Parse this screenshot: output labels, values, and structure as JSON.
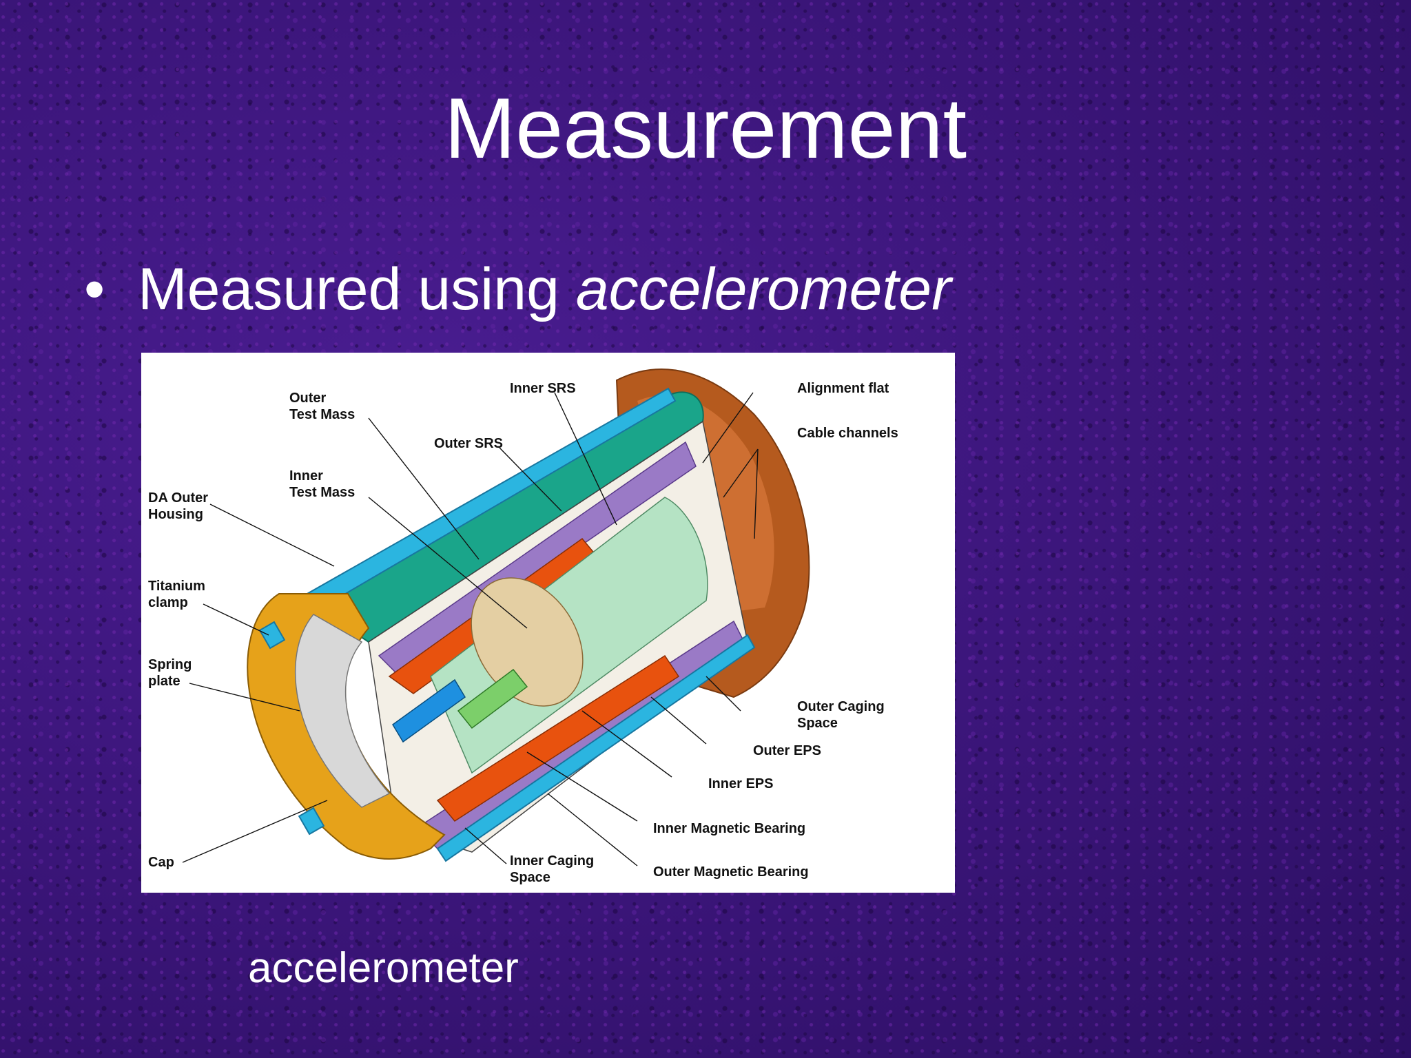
{
  "slide": {
    "title": "Measurement",
    "bullet": {
      "symbol": "•",
      "text": "Measured using ",
      "emphasis": "accelerometer"
    },
    "caption": "accelerometer"
  },
  "diagram": {
    "labels": {
      "outer_test_mass_1": "Outer",
      "outer_test_mass_2": "Test Mass",
      "inner_srs": "Inner SRS",
      "alignment_flat": "Alignment flat",
      "outer_srs": "Outer SRS",
      "cable_channels": "Cable channels",
      "inner_test_mass_1": "Inner",
      "inner_test_mass_2": "Test Mass",
      "da_outer_housing_1": "DA Outer",
      "da_outer_housing_2": "Housing",
      "titanium_clamp_1": "Titanium",
      "titanium_clamp_2": "clamp",
      "spring_plate_1": "Spring",
      "spring_plate_2": "plate",
      "outer_caging_space_1": "Outer Caging",
      "outer_caging_space_2": "Space",
      "outer_eps": "Outer EPS",
      "inner_eps": "Inner EPS",
      "inner_magnetic_bearing": "Inner Magnetic Bearing",
      "cap": "Cap",
      "inner_caging_space_1": "Inner Caging",
      "inner_caging_space_2": "Space",
      "outer_magnetic_bearing": "Outer Magnetic Bearing"
    },
    "colors": {
      "outer_housing_teal": "#1aa58a",
      "housing_rim_cyan": "#2bb5e0",
      "rear_flange_brown": "#b55a1e",
      "test_mass_orange": "#e8520e",
      "cap_gold": "#e6a21a",
      "spring_plate_gray": "#d8d8d8",
      "inner_core_mint": "#b5e3c4",
      "inner_core_tan": "#e4cfa3",
      "caging_purple": "#9a7ac6",
      "tube_blue": "#1e90e0"
    }
  }
}
